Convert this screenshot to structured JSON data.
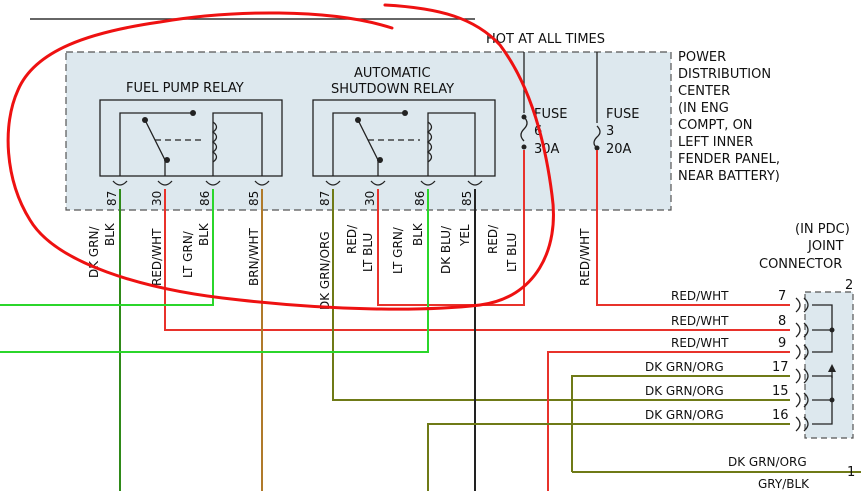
{
  "header": {
    "hot_label": "HOT AT ALL TIMES"
  },
  "pdc": {
    "title_lines": [
      "POWER",
      "DISTRIBUTION",
      "CENTER",
      "(IN ENG",
      "COMPT, ON",
      "LEFT INNER",
      "FENDER PANEL,",
      "NEAR BATTERY)"
    ]
  },
  "relays": {
    "fuel_pump": {
      "title": "FUEL PUMP RELAY",
      "pins": [
        "87",
        "30",
        "86",
        "85"
      ]
    },
    "asd": {
      "title_lines": [
        "AUTOMATIC",
        "SHUTDOWN RELAY"
      ],
      "pins": [
        "87",
        "30",
        "86",
        "85"
      ]
    }
  },
  "fuses": [
    {
      "label": "FUSE",
      "number": "6",
      "rating": "30A"
    },
    {
      "label": "FUSE",
      "number": "3",
      "rating": "20A"
    }
  ],
  "vertical_wire_labels": [
    {
      "lines": [
        "DK GRN/",
        "BLK"
      ]
    },
    {
      "lines": [
        "RED/WHT"
      ]
    },
    {
      "lines": [
        "LT GRN/",
        "BLK"
      ]
    },
    {
      "lines": [
        "BRN/WHT"
      ]
    },
    {
      "lines": [
        "DK GRN/ORG"
      ]
    },
    {
      "lines": [
        "RED/",
        "LT BLU"
      ]
    },
    {
      "lines": [
        "LT GRN/",
        "BLK"
      ]
    },
    {
      "lines": [
        "DK BLU/",
        "YEL"
      ]
    },
    {
      "lines": [
        "RED/",
        "LT BLU"
      ]
    },
    {
      "lines": [
        "RED/WHT"
      ]
    }
  ],
  "joint_connector": {
    "title_lines": [
      "(IN PDC)",
      "JOINT",
      "CONNECTOR"
    ],
    "number": "2",
    "pins": [
      {
        "pin": "7",
        "wire": "RED/WHT"
      },
      {
        "pin": "8",
        "wire": "RED/WHT"
      },
      {
        "pin": "9",
        "wire": "RED/WHT"
      },
      {
        "pin": "17",
        "wire": "DK GRN/ORG"
      },
      {
        "pin": "15",
        "wire": "DK GRN/ORG"
      },
      {
        "pin": "16",
        "wire": "DK GRN/ORG"
      },
      {
        "pin": "1",
        "wire": "DK GRN/ORG"
      }
    ],
    "bottom_wire": "GRY/BLK"
  },
  "colors": {
    "red": "#e8322b",
    "green": "#2bd62b",
    "dark_green": "#2f8a19",
    "olive": "#6f7a17",
    "brown": "#b07a2a",
    "yellow_green": "#9aa81a",
    "dark": "#222222",
    "box_fill": "#dde8ee",
    "box_stroke": "#555555",
    "annotation": "#ee1111"
  }
}
